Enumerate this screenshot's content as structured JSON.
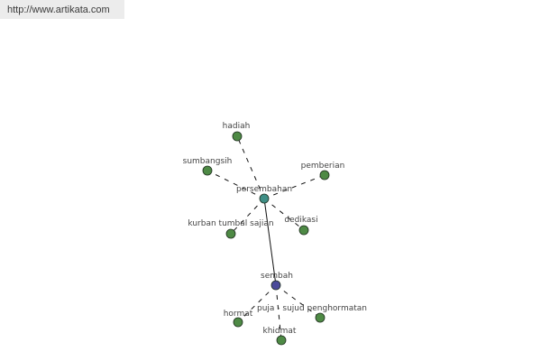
{
  "source_link": "http://www.artikata.com",
  "graph": {
    "nodes": [
      {
        "id": "sembah",
        "label": "sembah",
        "type": "root",
        "color": "#4a4a9a"
      },
      {
        "id": "persembahan",
        "label": "persembahan",
        "type": "hub",
        "color": "#3f8f86"
      },
      {
        "id": "hadiah",
        "label": "hadiah",
        "type": "leaf",
        "color": "#4e8a45"
      },
      {
        "id": "sumbangsih",
        "label": "sumbangsih",
        "type": "leaf",
        "color": "#4e8a45"
      },
      {
        "id": "pemberian",
        "label": "pemberian",
        "type": "leaf",
        "color": "#4e8a45"
      },
      {
        "id": "kurban",
        "label": "kurban tumbal sajian",
        "type": "leaf",
        "color": "#4e8a45"
      },
      {
        "id": "dedikasi",
        "label": "dedikasi",
        "type": "leaf",
        "color": "#4e8a45"
      },
      {
        "id": "hormat",
        "label": "hormat",
        "type": "leaf",
        "color": "#4e8a45"
      },
      {
        "id": "khidmat",
        "label": "khidmat",
        "type": "leaf",
        "color": "#4e8a45"
      },
      {
        "id": "puja",
        "label": "puja - sujud penghormatan",
        "type": "leaf",
        "color": "#4e8a45"
      }
    ],
    "edges": [
      {
        "from": "sembah",
        "to": "persembahan",
        "style": "solid"
      },
      {
        "from": "persembahan",
        "to": "hadiah",
        "style": "dashed"
      },
      {
        "from": "persembahan",
        "to": "sumbangsih",
        "style": "dashed"
      },
      {
        "from": "persembahan",
        "to": "pemberian",
        "style": "dashed"
      },
      {
        "from": "persembahan",
        "to": "kurban",
        "style": "dashed"
      },
      {
        "from": "persembahan",
        "to": "dedikasi",
        "style": "dashed"
      },
      {
        "from": "sembah",
        "to": "hormat",
        "style": "dashed"
      },
      {
        "from": "sembah",
        "to": "khidmat",
        "style": "dashed"
      },
      {
        "from": "sembah",
        "to": "puja",
        "style": "dashed"
      }
    ]
  }
}
